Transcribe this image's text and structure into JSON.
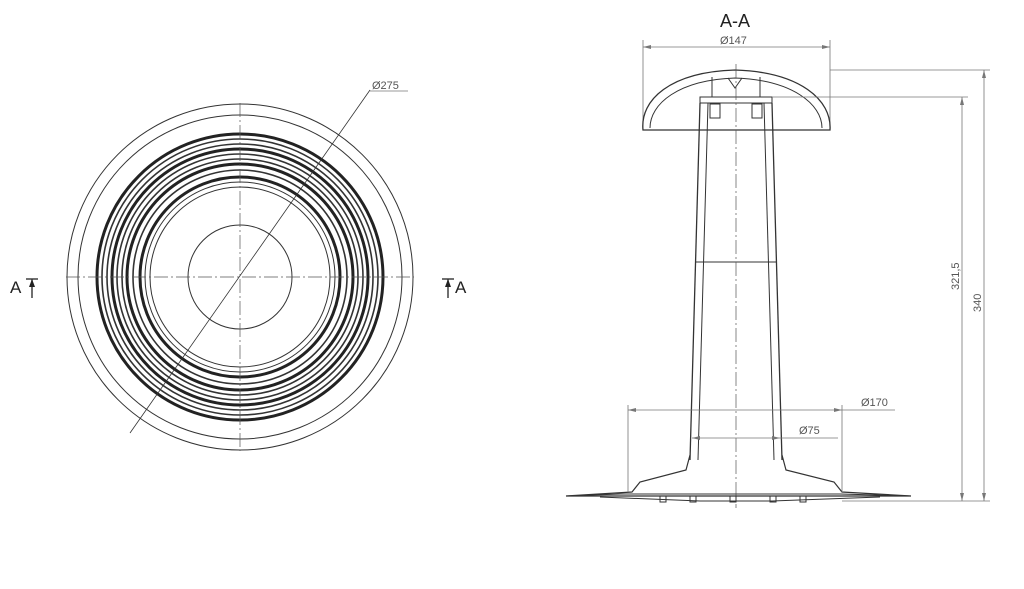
{
  "section_title": "A-A",
  "section_marks": {
    "left": "A",
    "right": "A"
  },
  "dimensions": {
    "plan_diameter": "Ø275",
    "cap_diameter": "Ø147",
    "base_diameter": "Ø170",
    "pipe_diameter": "Ø75",
    "height_inner": "321,5",
    "height_total": "340"
  },
  "colors": {
    "line": "#333333",
    "dimension": "#777777",
    "background": "#ffffff"
  }
}
